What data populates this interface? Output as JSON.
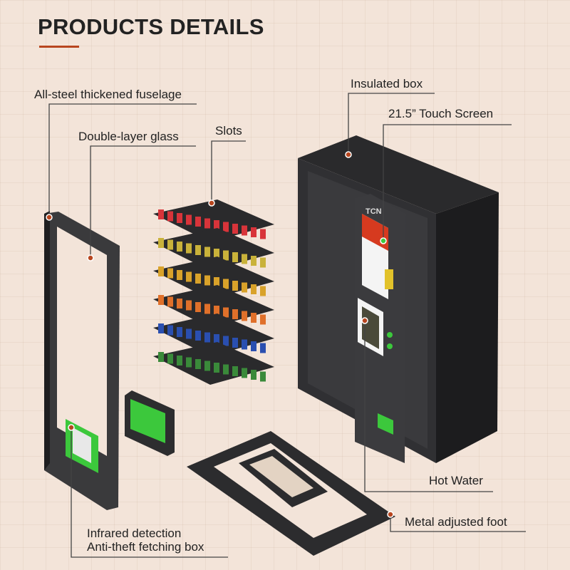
{
  "header": {
    "title": "PRODUCTS DETAILS"
  },
  "labels": {
    "fuselage": "All-steel thickened fuselage",
    "glass": "Double-layer glass",
    "slots": "Slots",
    "insulated_box": "Insulated box",
    "touch_screen": "21.5” Touch Screen",
    "hot_water": "Hot Water",
    "foot": "Metal adjusted foot",
    "infrared": "Infrared detection",
    "anti_theft": "Anti-theft fetching box"
  },
  "machine": {
    "brand": "TCN"
  },
  "colors": {
    "accent": "#b8461f",
    "green": "#3cc83c",
    "body": "#2b2b2d",
    "background": "#f3e4d9"
  }
}
